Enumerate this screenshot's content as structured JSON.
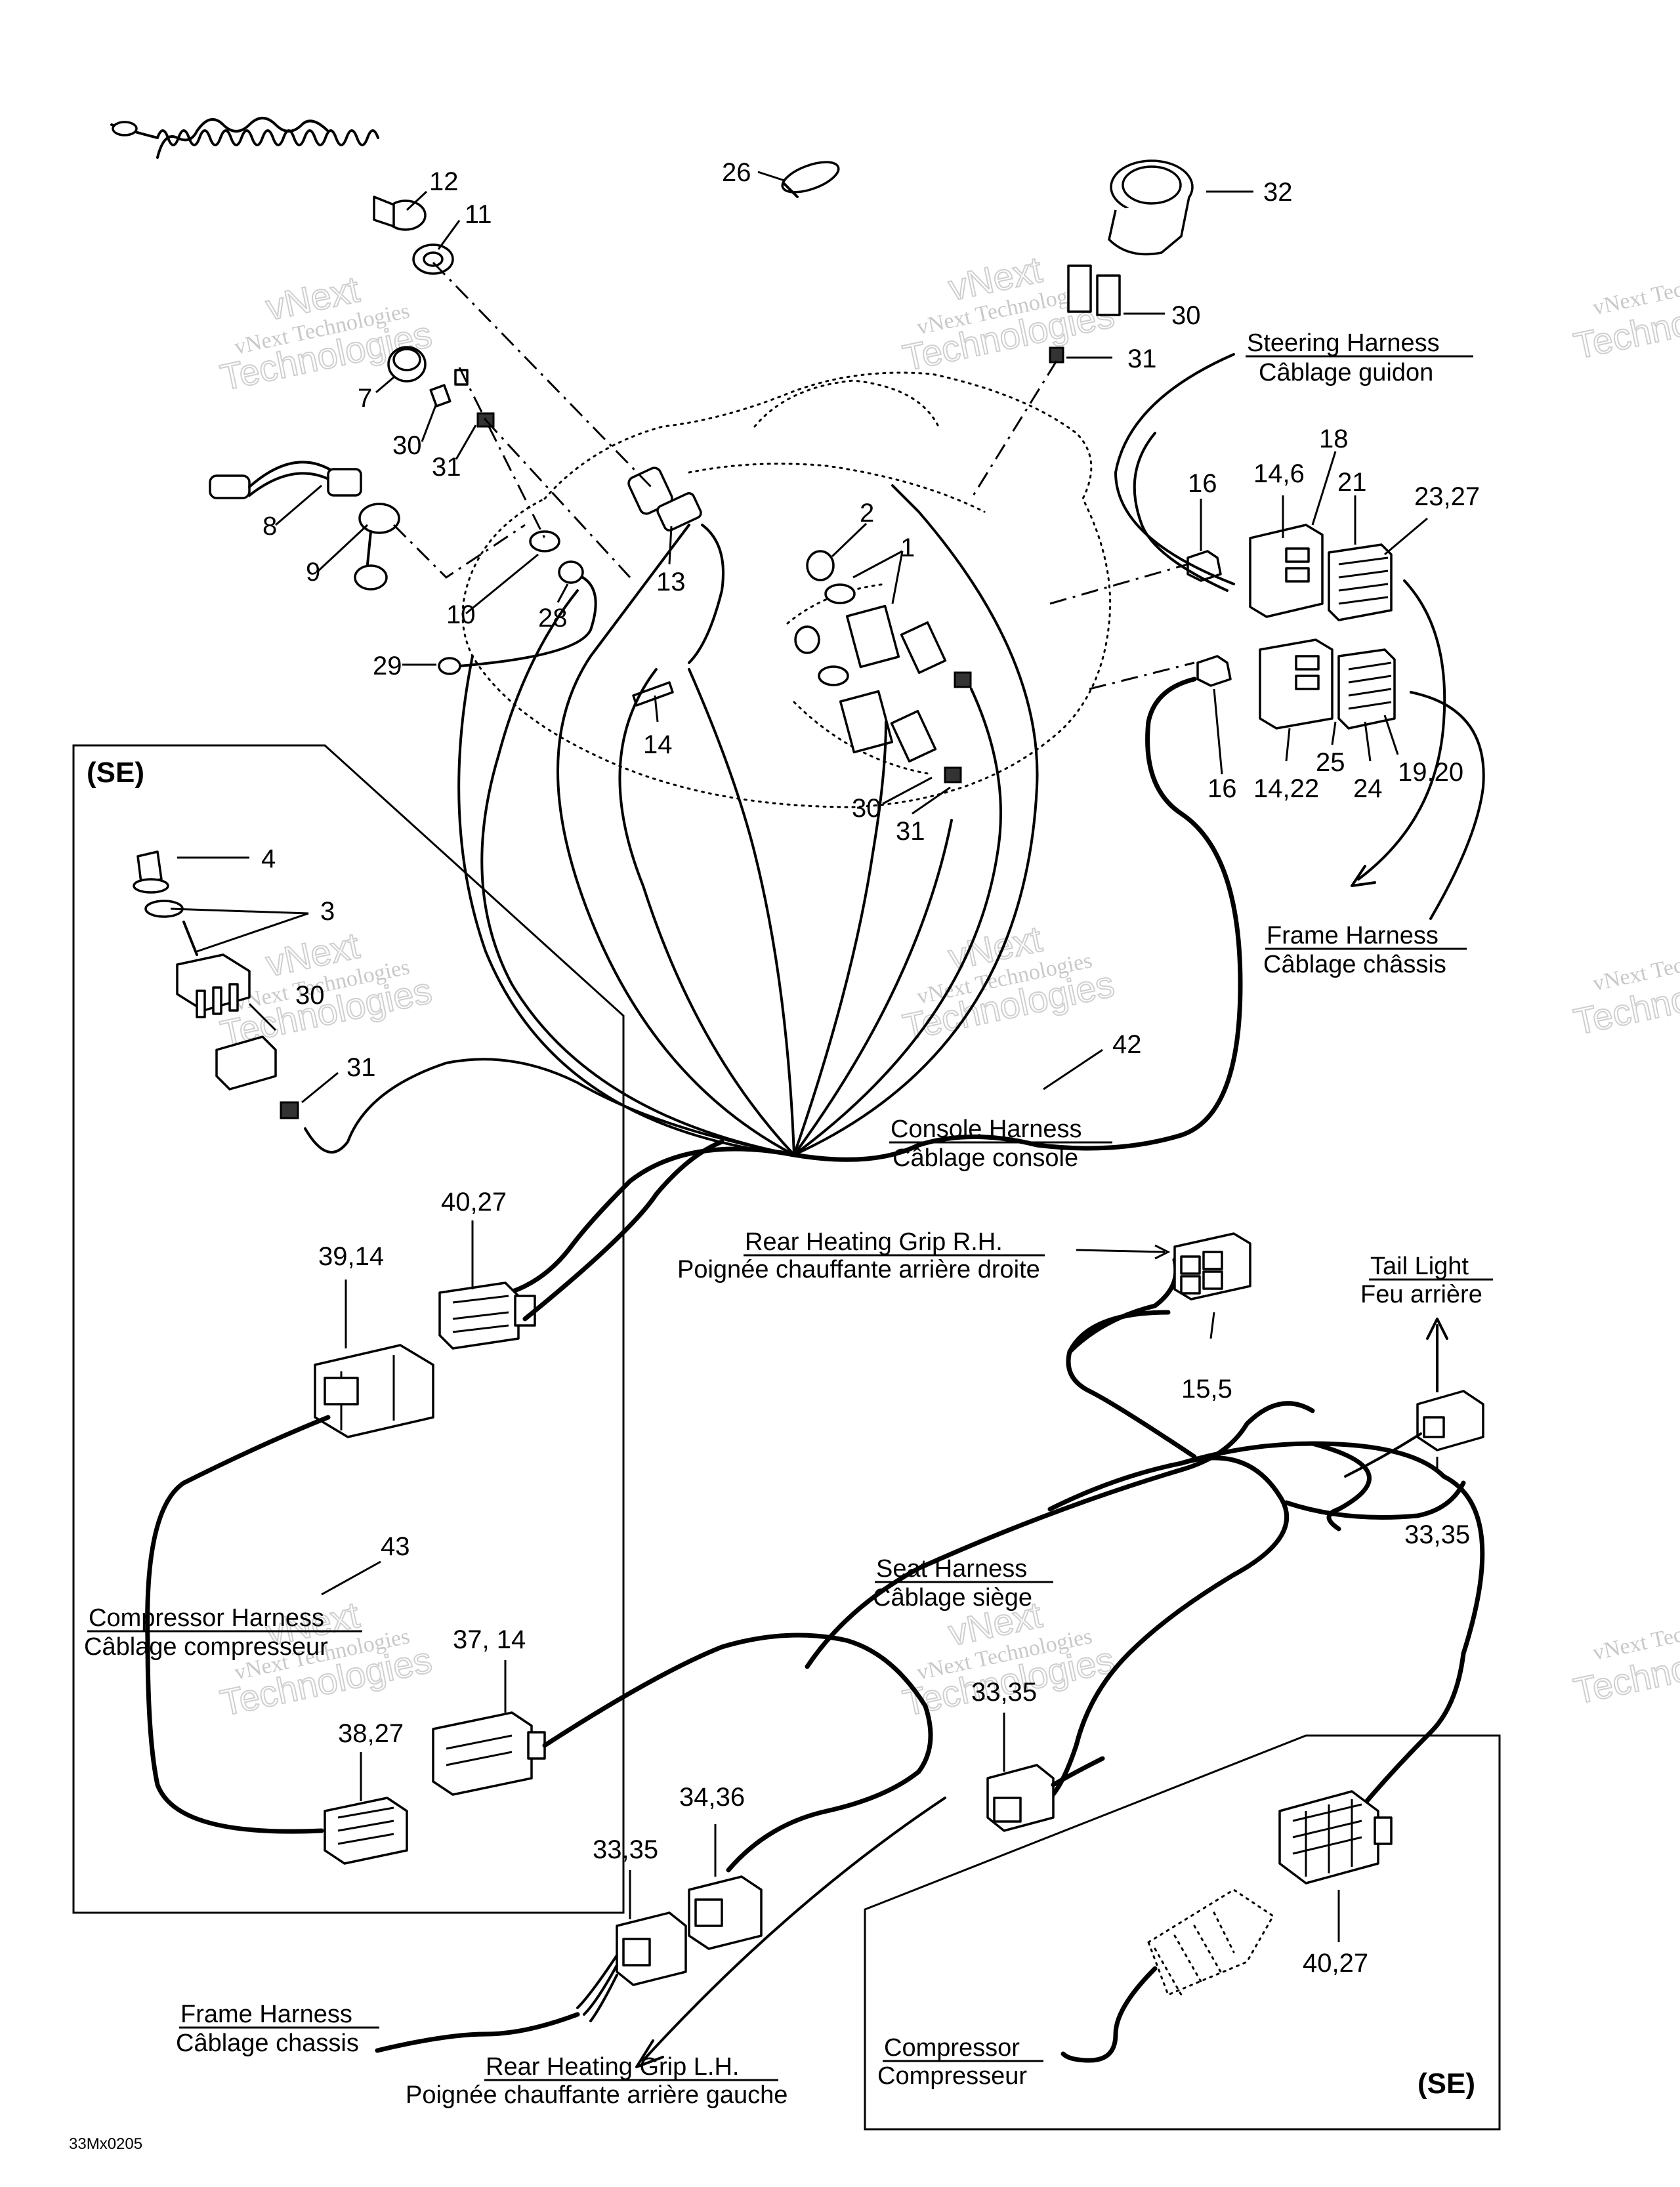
{
  "diagram_code": "33Mx0205",
  "se_label": "(SE)",
  "watermark": {
    "line1": "vNext Technologies",
    "line2": "vNext",
    "line3": "Technologies"
  },
  "harness_labels": {
    "steering": {
      "en": "Steering Harness",
      "fr": "Câblage guidon"
    },
    "frame_top": {
      "en": "Frame Harness",
      "fr": "Câblage châssis"
    },
    "console": {
      "en": "Console Harness",
      "fr": "Câblage console"
    },
    "rear_grip_rh": {
      "en": "Rear Heating Grip R.H.",
      "fr": "Poignée chauffante arrière droite"
    },
    "tail_light": {
      "en": "Tail Light",
      "fr": "Feu arrière"
    },
    "seat": {
      "en": "Seat Harness",
      "fr": "Câblage siège"
    },
    "compressor_harness": {
      "en": "Compressor Harness",
      "fr": "Câblage compresseur"
    },
    "frame_bottom": {
      "en": "Frame Harness",
      "fr": "Câblage chassis"
    },
    "rear_grip_lh": {
      "en": "Rear Heating Grip L.H.",
      "fr": "Poignée chauffante arrière gauche"
    },
    "compressor": {
      "en": "Compressor",
      "fr": "Compresseur"
    }
  },
  "callouts": {
    "c12": "12",
    "c11": "11",
    "c26": "26",
    "c32": "32",
    "c30a": "30",
    "c31a": "31",
    "c7": "7",
    "c30b": "30",
    "c31b": "31",
    "c8": "8",
    "c9": "9",
    "c10": "10",
    "c13": "13",
    "c28": "28",
    "c29": "29",
    "c14": "14",
    "c2": "2",
    "c1": "1",
    "c30c": "30",
    "c31c": "31",
    "c16a": "16",
    "c18": "18",
    "c146": "14,6",
    "c21": "21",
    "c2327": "23,27",
    "c16b": "16",
    "c1422": "14,22",
    "c25": "25",
    "c24": "24",
    "c1920": "19,20",
    "c4": "4",
    "c3": "3",
    "c30d": "30",
    "c31d": "31",
    "c42": "42",
    "c4027a": "40,27",
    "c3914": "39,14",
    "c155": "15,5",
    "c3335a": "33,35",
    "c43": "43",
    "c3714": "37, 14",
    "c3827": "38,27",
    "c3335b": "33,35",
    "c3436": "34,36",
    "c3335c": "33,35",
    "c4027b": "40,27"
  }
}
